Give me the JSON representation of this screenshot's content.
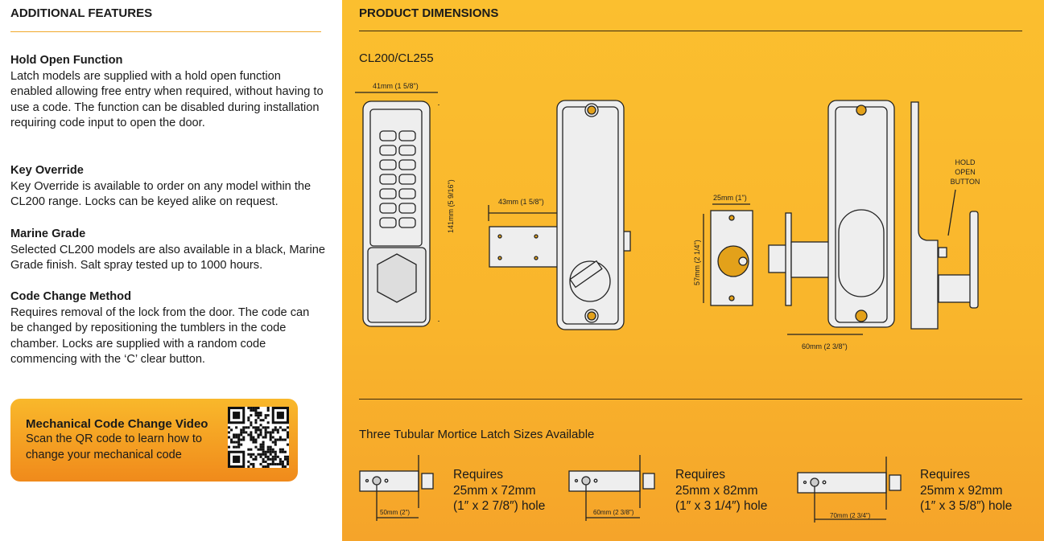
{
  "left": {
    "heading": "ADDITIONAL FEATURES",
    "features": [
      {
        "title": "Hold Open Function",
        "text": "Latch models are supplied with a hold open function enabled allowing free entry when required, without having to use a code. The function can be disabled during installation requiring code input to open the door."
      },
      {
        "title": "Key Override",
        "text": "Key Override is available to order on any model within the CL200 range. Locks can be keyed alike on request."
      },
      {
        "title": "Marine Grade",
        "text": "Selected CL200 models are also available in a black, Marine Grade finish. Salt spray tested up to 1000 hours."
      },
      {
        "title": "Code Change Method",
        "text": "Requires removal of the lock from the door. The code can be changed by repositioning the tumblers in the code chamber. Locks are supplied with a random code commencing with the ‘C’ clear button."
      }
    ],
    "video": {
      "title": "Mechanical Code Change Video",
      "text": "Scan the QR code to learn how to change your mechanical code"
    }
  },
  "right": {
    "heading": "PRODUCT DIMENSIONS",
    "model": "CL200/CL255",
    "dims": {
      "width": "41mm (1 5/8\")",
      "height": "141mm (5 9/16\")",
      "backset": "43mm (1 5/8\")",
      "plate_w": "25mm (1\")",
      "plate_h": "57mm (2 1/4\")",
      "depth": "60mm (2 3/8\")",
      "hold": [
        "HOLD",
        "OPEN",
        "BUTTON"
      ]
    },
    "latch_heading": "Three Tubular Mortice Latch Sizes Available",
    "latches": [
      {
        "dim": "50mm (2\")",
        "req": "Requires",
        "size": "25mm x 72mm",
        "hole": "(1″ x 2 7/8″) hole"
      },
      {
        "dim": "60mm (2 3/8\")",
        "req": "Requires",
        "size": "25mm x 82mm",
        "hole": "(1″ x 3 1/4″) hole"
      },
      {
        "dim": "70mm (2 3/4\")",
        "req": "Requires",
        "size": "25mm x 92mm",
        "hole": "(1″ x 3 5/8″) hole"
      }
    ]
  },
  "colors": {
    "panel": "#fbbf2f",
    "accent": "#f08a1b"
  }
}
